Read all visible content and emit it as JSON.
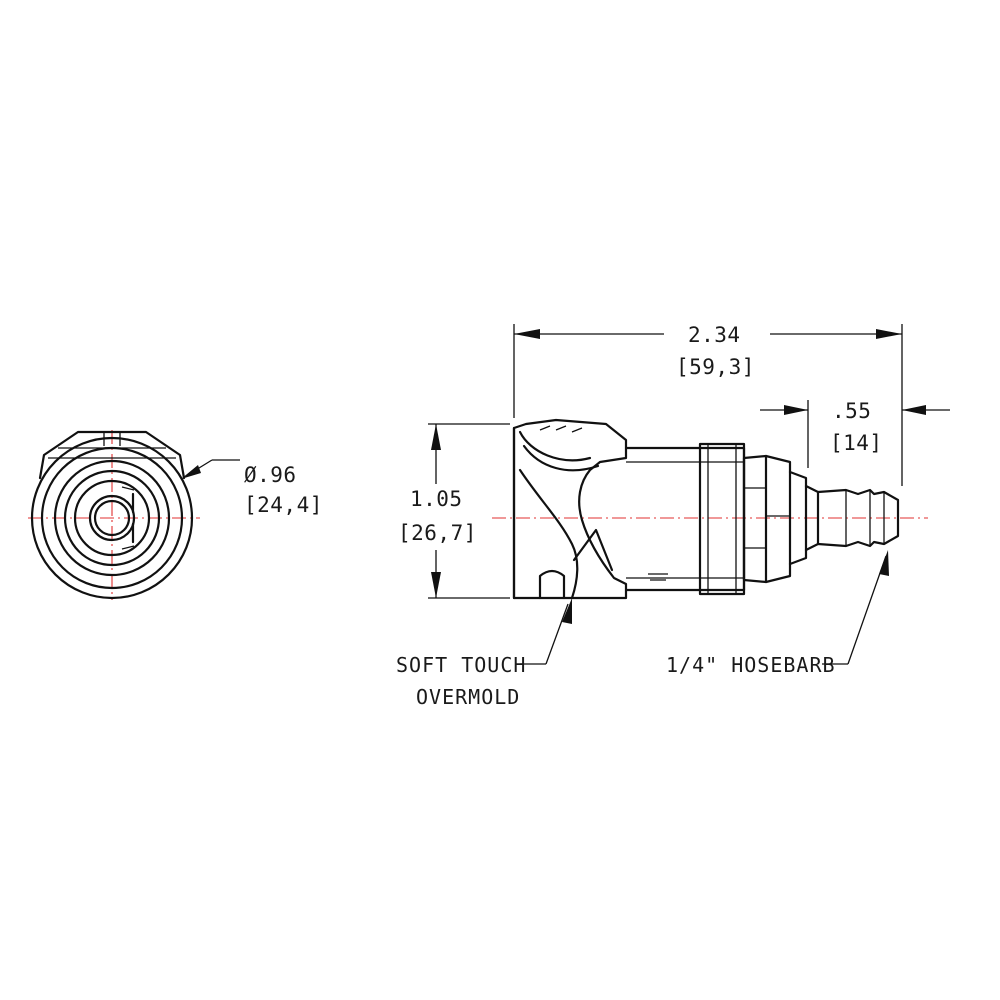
{
  "colors": {
    "line": "#111111",
    "centerline": "#e03030",
    "background": "#ffffff"
  },
  "dimensions": {
    "diameter": {
      "inch": "Ø.96",
      "mm": "[24,4]"
    },
    "overall_length": {
      "inch": "2.34",
      "mm": "[59,3]"
    },
    "barb_length": {
      "inch": ".55",
      "mm": "[14]"
    },
    "height": {
      "inch": "1.05",
      "mm": "[26,7]"
    }
  },
  "callouts": {
    "overmold": {
      "line1": "SOFT TOUCH",
      "line2": "OVERMOLD"
    },
    "hosebarb": {
      "line1": "1/4\" HOSEBARB"
    }
  }
}
